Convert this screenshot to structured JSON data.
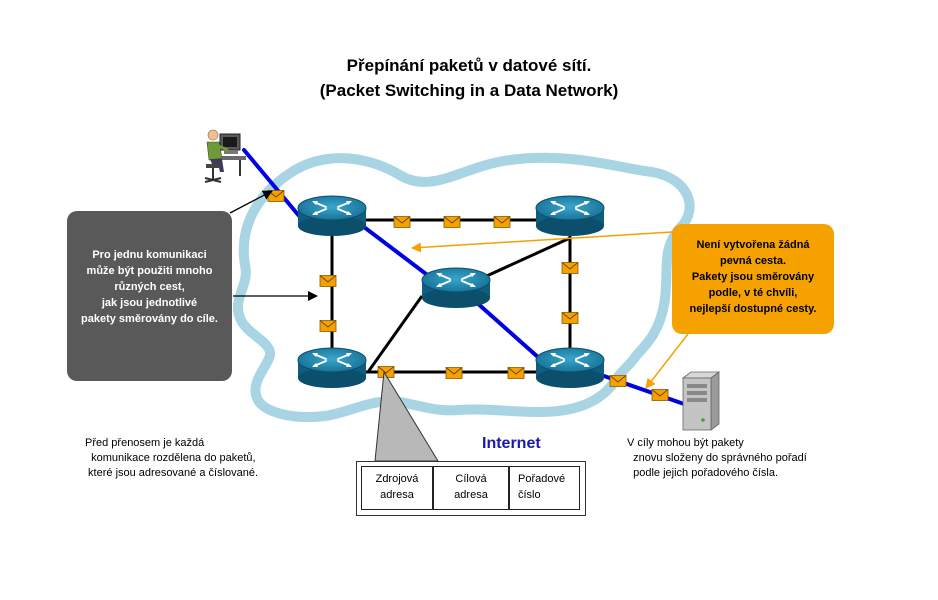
{
  "title": {
    "line1": "Přepínání paketů v datové sítí.",
    "line2": "(Packet Switching in a Data Network)"
  },
  "left_box": {
    "lines": [
      "Pro jednu komunikaci",
      "může být použiti mnoho",
      "různých cest,",
      "jak jsou jednotlivé",
      "pakety směrovány do cíle."
    ]
  },
  "right_box": {
    "lines": [
      "Není vytvořena žádná",
      "pevná cesta.",
      "Pakety jsou směrovány",
      "podle, v té chvíli,",
      "nejlepší dostupné cesty."
    ]
  },
  "note_left": {
    "lines": [
      "Před přenosem je každá",
      "  komunikace rozdělena do paketů,",
      " které jsou adresované a číslované."
    ]
  },
  "note_right": {
    "lines": [
      "V cíly mohou být pakety",
      "  znovu složeny do správného pořadí",
      "  podle jejich pořadového čísla."
    ]
  },
  "internet_label": "Internet",
  "packet_fields": [
    {
      "line1": "Zdrojová",
      "line2": "adresa"
    },
    {
      "line1": "Cílová",
      "line2": "adresa"
    },
    {
      "line1": "Pořadové",
      "line2": "číslo"
    }
  ],
  "colors": {
    "cloud": "#a8d4e4",
    "router": "#1a7fa5",
    "path_highlight": "#0000e0",
    "link": "#000000",
    "packet": "#f5a200",
    "left_box": "#595959",
    "right_box": "#f5a200",
    "callout_arrow": "#f5a200"
  },
  "icons": {
    "router": "router-icon",
    "packet": "envelope-icon",
    "workstation": "user-workstation-icon",
    "server": "server-icon"
  }
}
